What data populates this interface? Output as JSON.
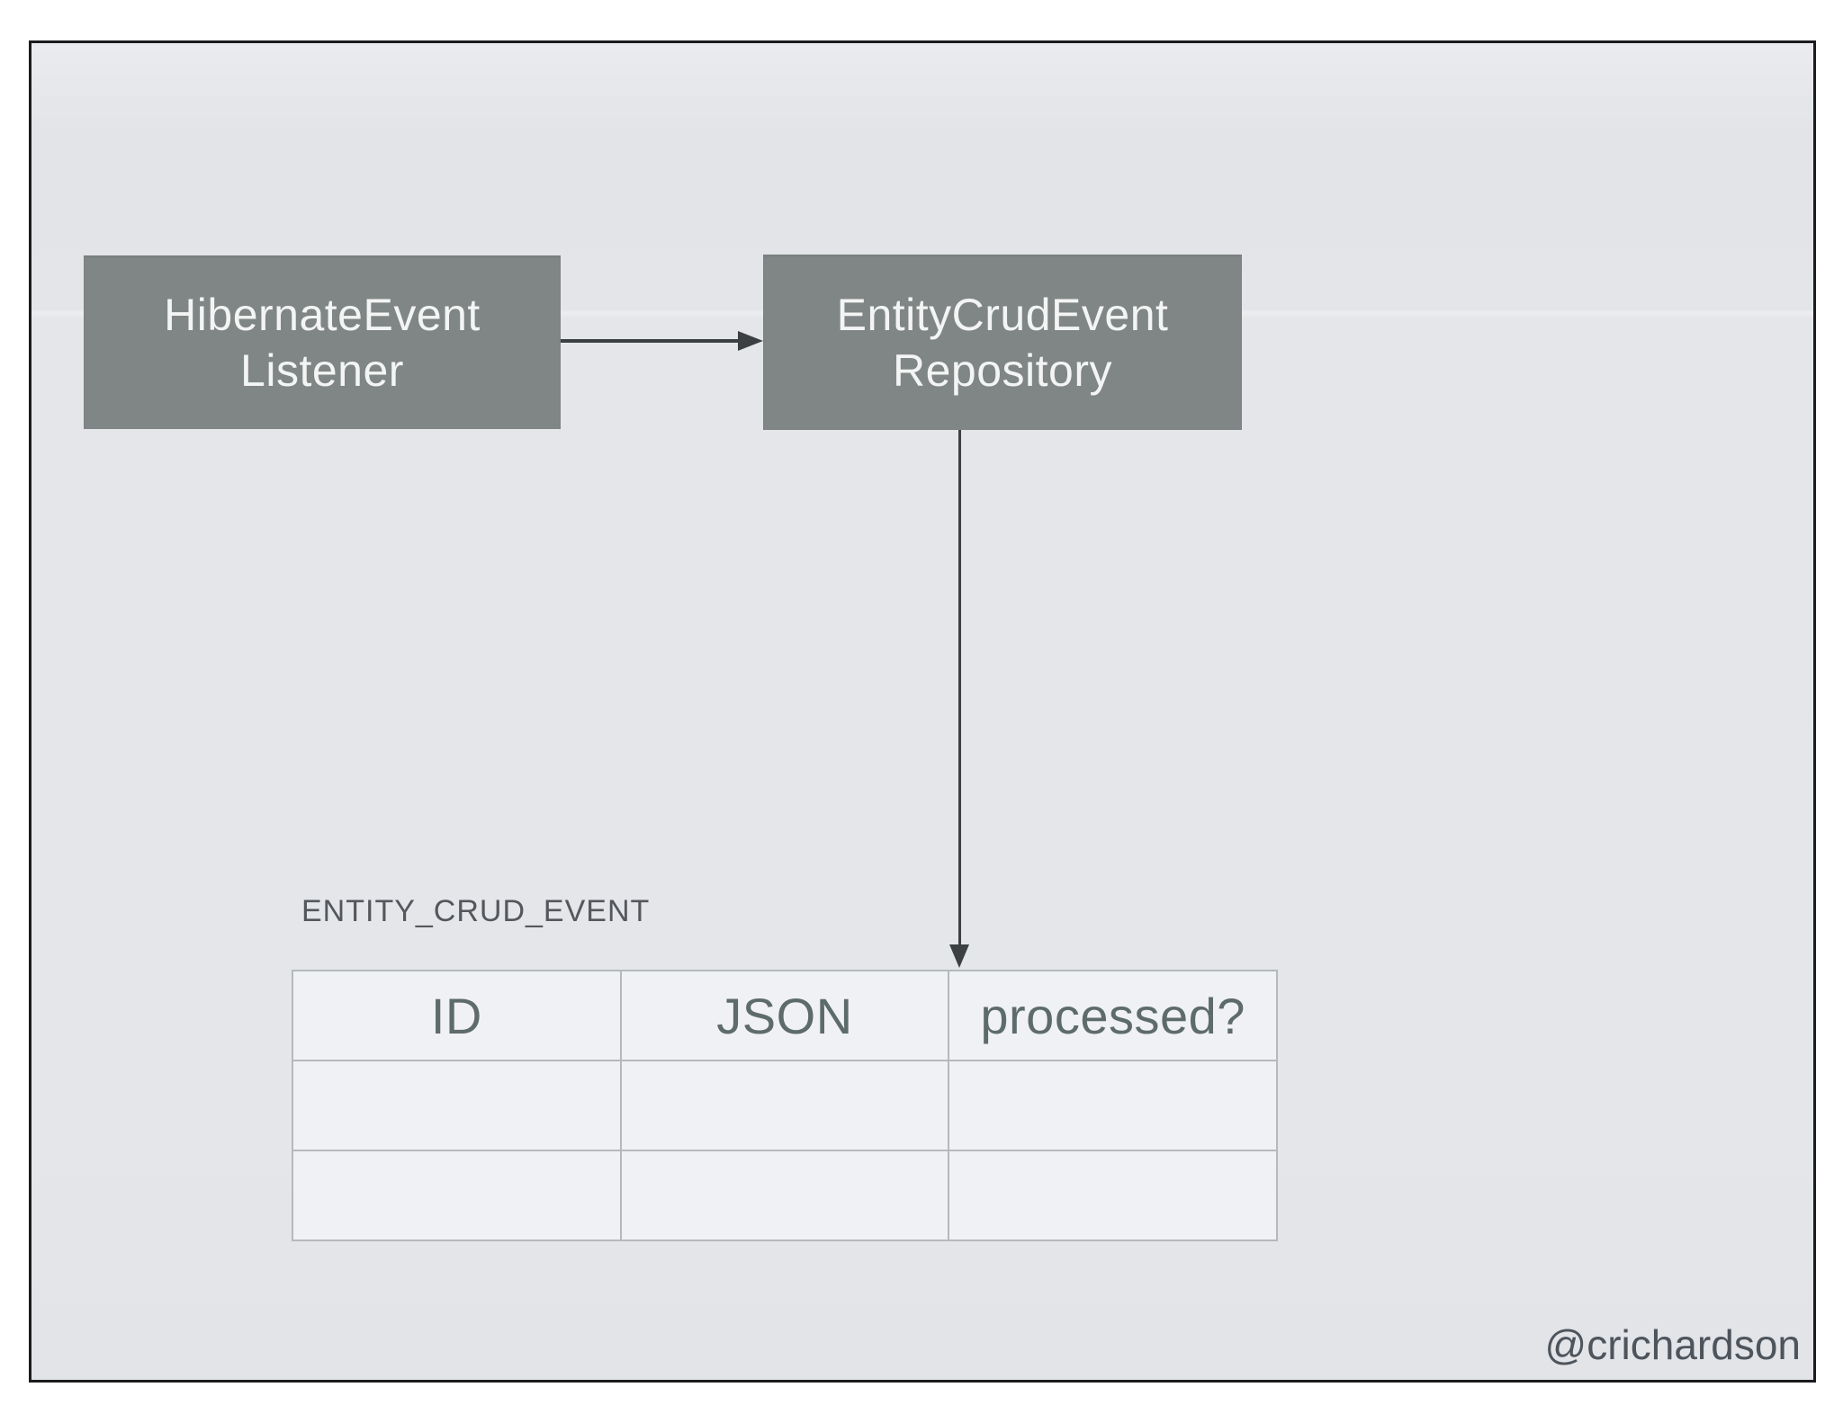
{
  "diagram": {
    "box1": {
      "line1": "HibernateEvent",
      "line2": "Listener"
    },
    "box2": {
      "line1": "EntityCrudEvent",
      "line2": "Repository"
    },
    "arrows": [
      {
        "name": "listener-to-repository",
        "direction": "right"
      },
      {
        "name": "repository-to-table",
        "direction": "down"
      }
    ]
  },
  "table_section": {
    "label": "ENTITY_CRUD_EVENT",
    "columns": [
      "ID",
      "JSON",
      "processed?"
    ],
    "rows": [
      [
        "",
        "",
        ""
      ],
      [
        "",
        "",
        ""
      ]
    ]
  },
  "footer": "@crichardson",
  "colors": {
    "slide_background": "#e4e6e9",
    "slide_border": "#1c1c1e",
    "box_fill": "#808685",
    "box_text": "#f3f5f4",
    "arrow": "#3c4043",
    "table_border": "#b5b9bc",
    "table_cell_fill": "#f0f1f4",
    "table_header_text": "#5d6b69",
    "label_text": "#54575b",
    "footer_text": "#4e545c"
  }
}
